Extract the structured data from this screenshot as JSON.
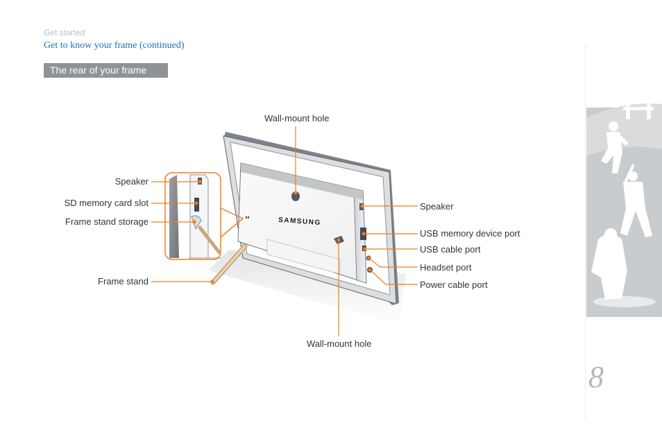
{
  "header": {
    "breadcrumb": "Get started",
    "subtitle": "Get to know your frame (continued)"
  },
  "section": {
    "heading": "The rear of your frame"
  },
  "callouts": {
    "wall_mount_top": "Wall-mount hole",
    "speaker_left": "Speaker",
    "sd_slot": "SD memory card slot",
    "stand_storage": "Frame stand storage",
    "frame_stand": "Frame stand",
    "speaker_right": "Speaker",
    "usb_memory": "USB memory device port",
    "usb_cable": "USB cable port",
    "headset": "Headset port",
    "power": "Power cable port",
    "wall_mount_bottom": "Wall-mount hole"
  },
  "device": {
    "brand": "SAMSUNG"
  },
  "page": {
    "number": "8"
  },
  "colors": {
    "accent": "#f07d1d",
    "heading_bg": "#8f9296",
    "link_blue": "#1c73b9"
  }
}
